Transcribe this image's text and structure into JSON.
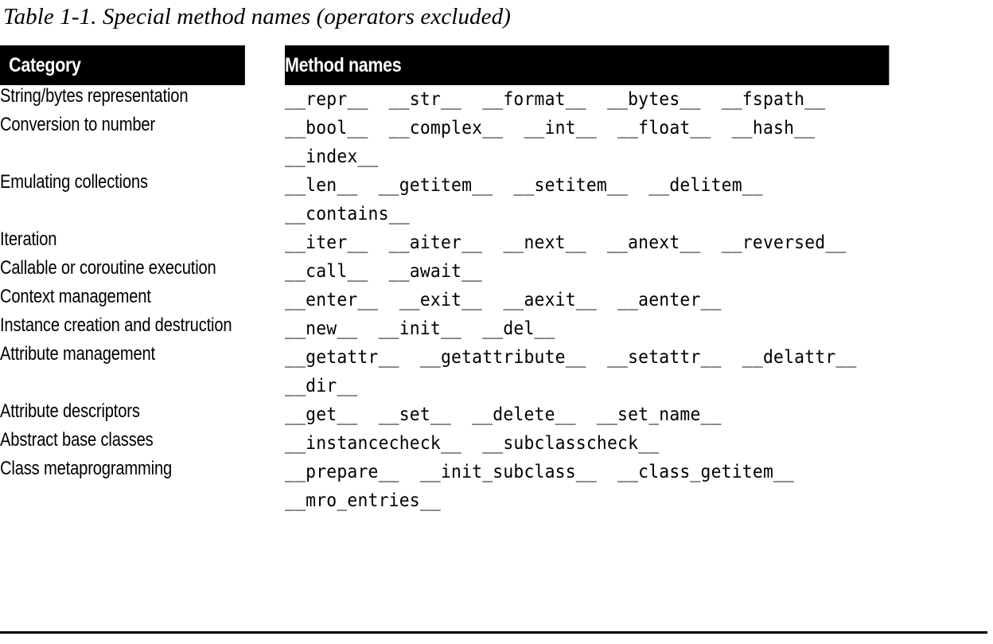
{
  "caption": "Table 1-1. Special method names (operators excluded)",
  "colors": {
    "header_background": "#000000",
    "header_text": "#ffffff",
    "page_background": "#ffffff",
    "body_text": "#000000",
    "rule": "#000000"
  },
  "table": {
    "headers": [
      "Category",
      "Method names"
    ],
    "rows": [
      {
        "category": "String/bytes representation",
        "methods": "__repr__  __str__  __format__  __bytes__  __fspath__",
        "method_list": [
          "__repr__",
          "__str__",
          "__format__",
          "__bytes__",
          "__fspath__"
        ]
      },
      {
        "category": "Conversion to number",
        "methods": "__bool__  __complex__  __int__  __float__  __hash__\n__index__",
        "method_list": [
          "__bool__",
          "__complex__",
          "__int__",
          "__float__",
          "__hash__",
          "__index__"
        ]
      },
      {
        "category": "Emulating collections",
        "methods": "__len__  __getitem__  __setitem__  __delitem__\n__contains__",
        "method_list": [
          "__len__",
          "__getitem__",
          "__setitem__",
          "__delitem__",
          "__contains__"
        ]
      },
      {
        "category": "Iteration",
        "methods": "__iter__  __aiter__  __next__  __anext__  __reversed__",
        "method_list": [
          "__iter__",
          "__aiter__",
          "__next__",
          "__anext__",
          "__reversed__"
        ]
      },
      {
        "category": "Callable or coroutine execution",
        "methods": "__call__  __await__",
        "method_list": [
          "__call__",
          "__await__"
        ]
      },
      {
        "category": "Context management",
        "methods": "__enter__  __exit__  __aexit__  __aenter__",
        "method_list": [
          "__enter__",
          "__exit__",
          "__aexit__",
          "__aenter__"
        ]
      },
      {
        "category": "Instance creation and destruction",
        "methods": "__new__  __init__  __del__",
        "method_list": [
          "__new__",
          "__init__",
          "__del__"
        ]
      },
      {
        "category": "Attribute management",
        "methods": "__getattr__  __getattribute__  __setattr__  __delattr__\n__dir__",
        "method_list": [
          "__getattr__",
          "__getattribute__",
          "__setattr__",
          "__delattr__",
          "__dir__"
        ]
      },
      {
        "category": "Attribute descriptors",
        "methods": "__get__  __set__  __delete__  __set_name__",
        "method_list": [
          "__get__",
          "__set__",
          "__delete__",
          "__set_name__"
        ]
      },
      {
        "category": "Abstract base classes",
        "methods": "__instancecheck__  __subclasscheck__",
        "method_list": [
          "__instancecheck__",
          "__subclasscheck__"
        ]
      },
      {
        "category": "Class metaprogramming",
        "methods": "__prepare__  __init_subclass__  __class_getitem__\n__mro_entries__",
        "method_list": [
          "__prepare__",
          "__init_subclass__",
          "__class_getitem__",
          "__mro_entries__"
        ]
      }
    ]
  }
}
